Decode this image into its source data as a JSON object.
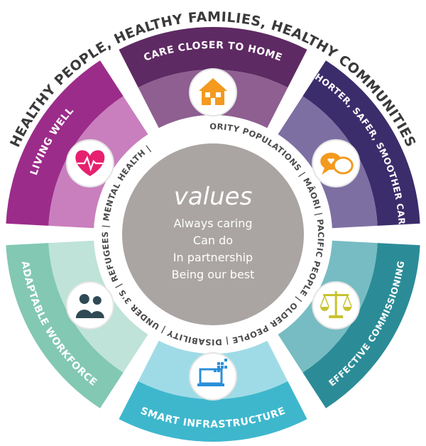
{
  "outer_title": "HEALTHY PEOPLE, HEALTHY FAMILIES, HEALTHY COMMUNITIES",
  "segments": [
    {
      "label": "CARE CLOSER TO HOME",
      "icon": "house-icon",
      "color": "#5e2a63",
      "light": "#8e5f90"
    },
    {
      "label": "SHORTER, SAFER, SMOOTHER CARE",
      "icon": "speech-bubbles-icon",
      "color": "#3b2d6b",
      "light": "#7e6fa3"
    },
    {
      "label": "EFFECTIVE COMMISSIONING",
      "icon": "scales-icon",
      "color": "#2b8c97",
      "light": "#77bcc3"
    },
    {
      "label": "SMART INFRASTRUCTURE",
      "icon": "laptop-icon",
      "color": "#3eb7cd",
      "light": "#9fdbe6"
    },
    {
      "label": "ADAPTABLE WORKFORCE",
      "icon": "people-icon",
      "color": "#82c8b3",
      "light": "#bfe3d8"
    },
    {
      "label": "LIVING WELL",
      "icon": "heart-icon",
      "color": "#9c2c8a",
      "light": "#c97fbd"
    }
  ],
  "priority_ring": "PRIORITY POPULATIONS | MĀORI | PACIFIC PEOPLE | OLDER PEOPLE | DISABILITY | UNDER 3'S | REFUGEES | MENTAL HEALTH |",
  "values": {
    "title": "values",
    "items": [
      "Always caring",
      "Can do",
      "In partnership",
      "Being our best"
    ]
  },
  "colors": {
    "center": "#aaa5a3",
    "ring": "#ffffff",
    "icon_orange": "#f39a1f",
    "icon_pink": "#e6206f",
    "icon_gold": "#c7c22e",
    "icon_slate": "#2f4a55",
    "icon_blue": "#2a8fd8"
  }
}
